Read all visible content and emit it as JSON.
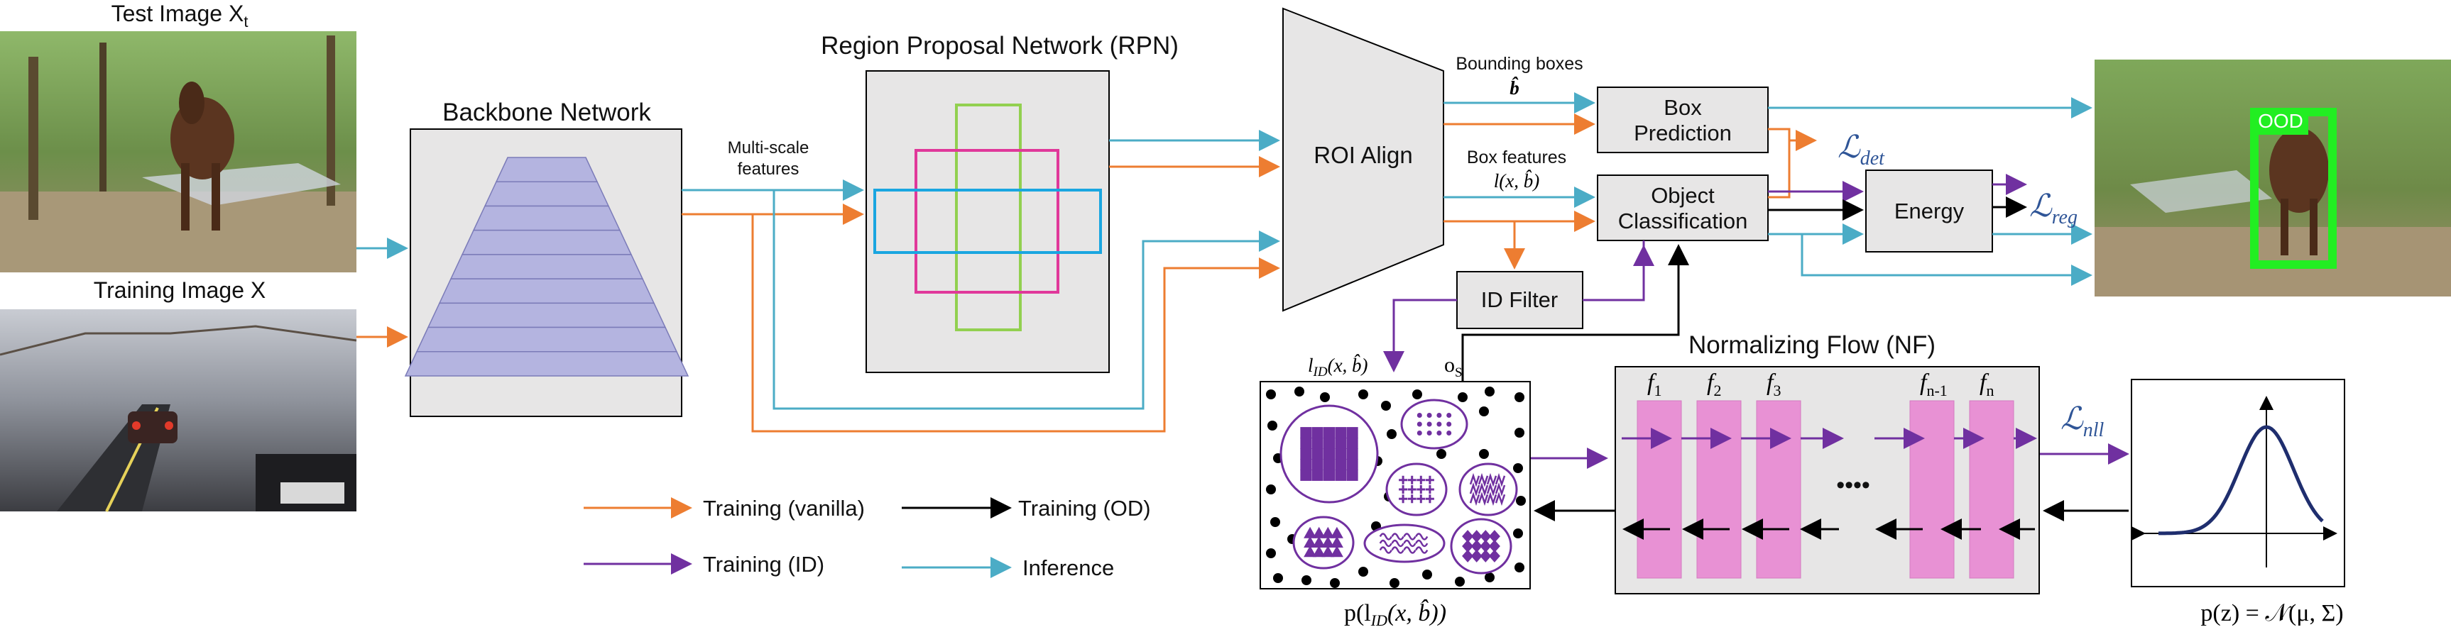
{
  "images": {
    "test_image_label": "Test Image X",
    "test_image_sub": "t",
    "training_image_label": "Training Image X",
    "ood_tag": "OOD"
  },
  "blocks": {
    "backbone": "Backbone Network",
    "rpn": "Region Proposal Network (RPN)",
    "roi_align": "ROI Align",
    "box_prediction_1": "Box",
    "box_prediction_2": "Prediction",
    "object_classification_1": "Object",
    "object_classification_2": "Classification",
    "energy": "Energy",
    "id_filter": "ID Filter",
    "normalizing_flow": "Normalizing Flow (NF)"
  },
  "annotations": {
    "multiscale_1": "Multi-scale",
    "multiscale_2": "features",
    "bounding_boxes": "Bounding boxes",
    "b_hat": "b̂",
    "box_features": "Box features",
    "box_features_expr": "l(x, b̂)",
    "lid_expr_main": "l",
    "lid_expr_sub": "ID",
    "lid_expr_rest": "(x, b̂)",
    "os_main": "o",
    "os_sub": "S",
    "p_lid_pre": "p(l",
    "p_lid_sub": "ID",
    "p_lid_post": "(x, b̂))",
    "p_z": "p(z) = 𝒩(μ, Σ)"
  },
  "losses": {
    "det_main": "ℒ",
    "det_sub": "det",
    "reg_main": "ℒ",
    "reg_sub": "reg",
    "nll_main": "ℒ",
    "nll_sub": "nll"
  },
  "flow_labels": [
    {
      "main": "f",
      "sub": "1"
    },
    {
      "main": "f",
      "sub": "2"
    },
    {
      "main": "f",
      "sub": "3"
    },
    {
      "main": "f",
      "sub": "n-1"
    },
    {
      "main": "f",
      "sub": "n"
    }
  ],
  "flow_ellipsis": "••••",
  "legend": {
    "training_vanilla": "Training (vanilla)",
    "training_od": "Training (OD)",
    "training_id": "Training (ID)",
    "inference": "Inference"
  },
  "colors": {
    "orange": "#ED7D31",
    "black": "#000000",
    "purple": "#7030A0",
    "cyan": "#4BACC6",
    "loss_blue": "#2F5597",
    "block_gray": "#E7E6E6",
    "pyramid": "#B4B4E0",
    "rpn_magenta": "#E0389A",
    "rpn_green": "#92D050",
    "rpn_cyan": "#1AA6E0",
    "flow_pink": "#E891D4",
    "ood_box": "#22EE22"
  }
}
